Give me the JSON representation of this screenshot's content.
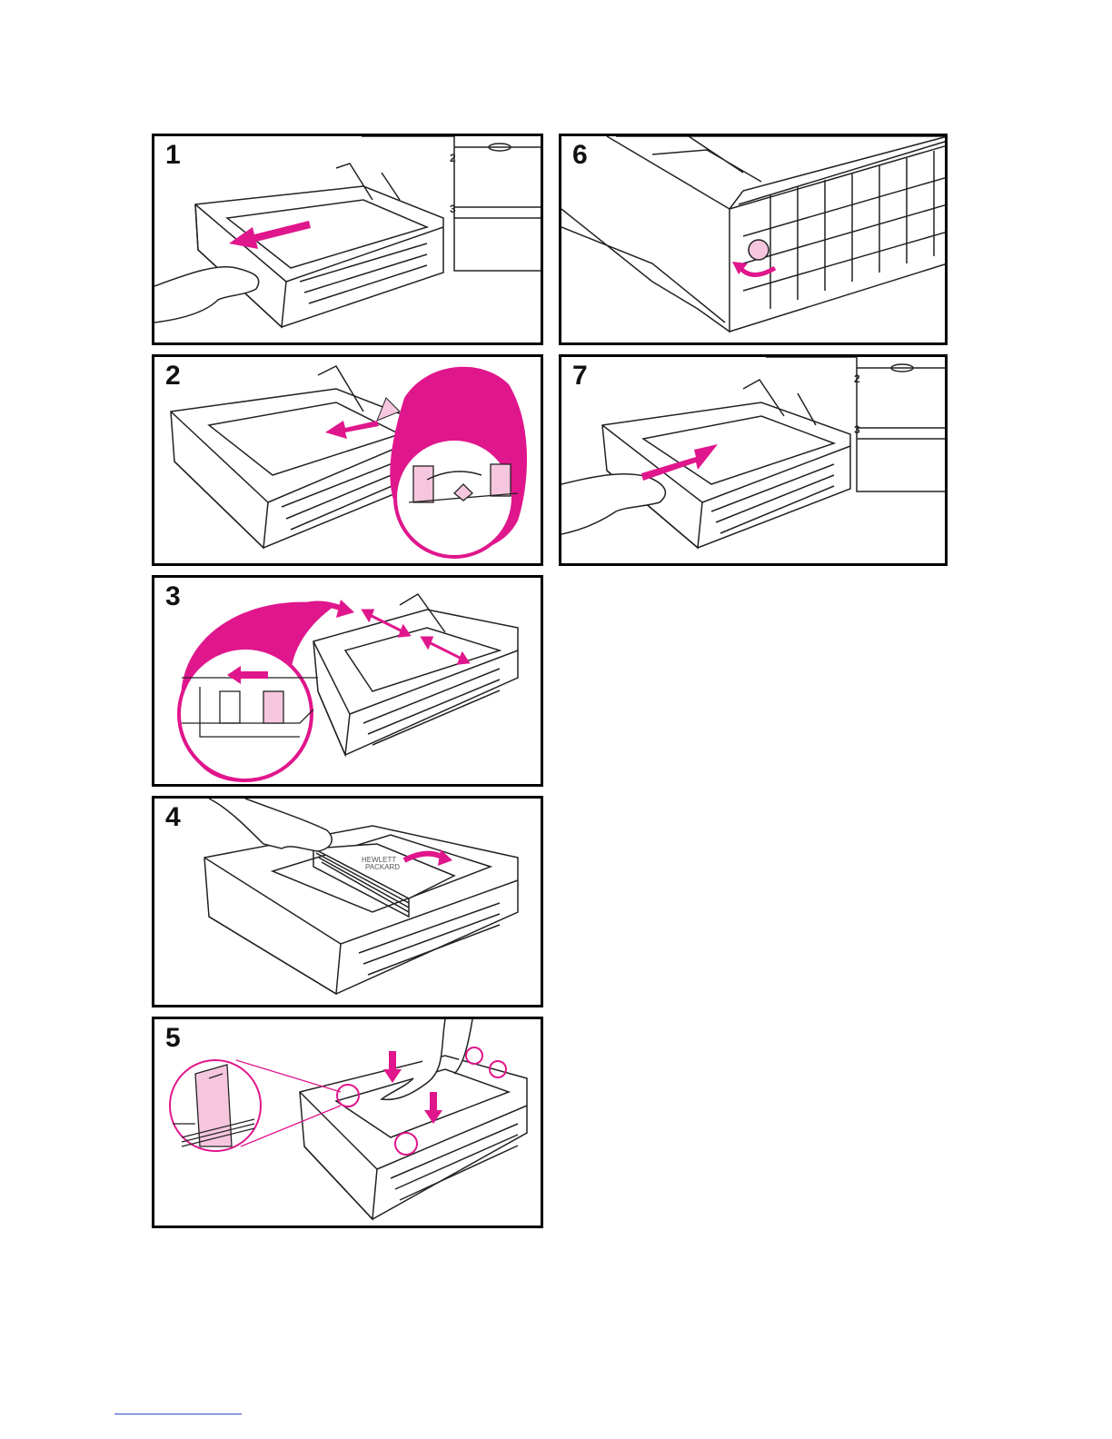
{
  "steps": [
    {
      "number": "1"
    },
    {
      "number": "2"
    },
    {
      "number": "3"
    },
    {
      "number": "4"
    },
    {
      "number": "5"
    },
    {
      "number": "6"
    },
    {
      "number": "7"
    }
  ],
  "printer_labels": {
    "tray_2": "2",
    "tray_3": "3"
  },
  "paper_logo": {
    "line1": "HEWLETT",
    "line2": "PACKARD"
  },
  "colors": {
    "accent": "#e0168c",
    "accent_light": "#f6c6df",
    "line": "#222222",
    "frame": "#000000"
  }
}
